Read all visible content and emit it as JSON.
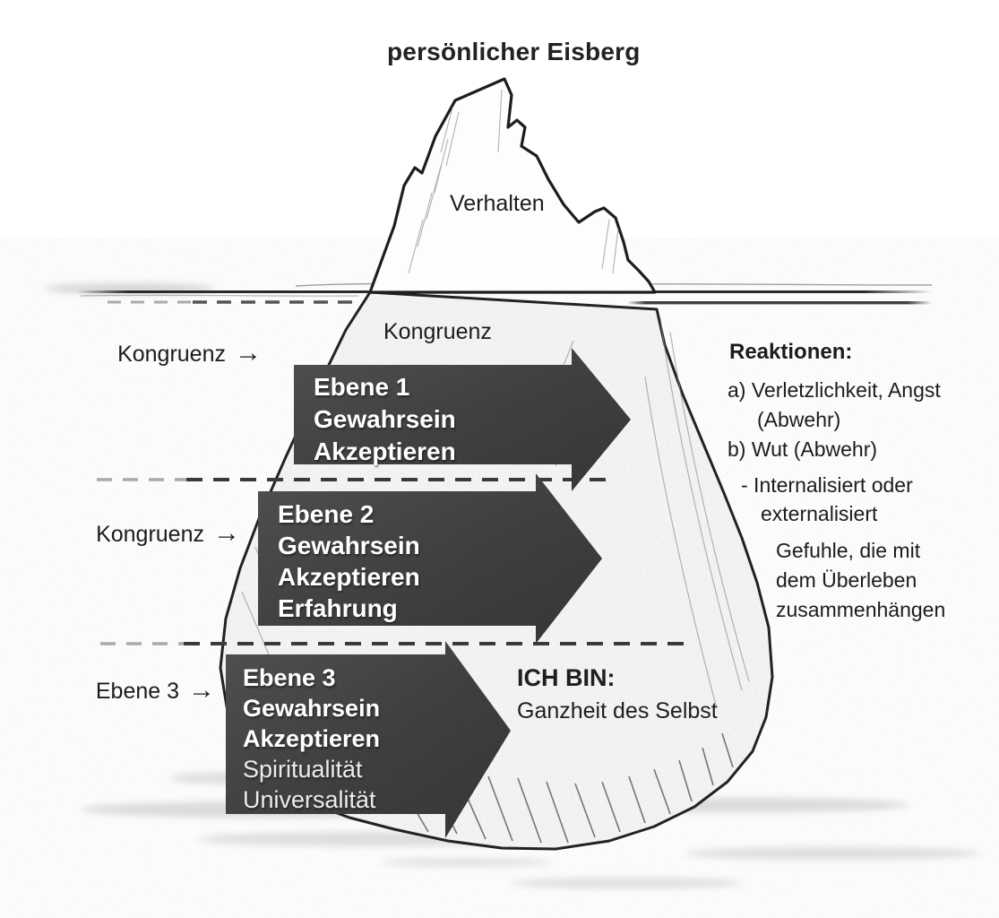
{
  "title": "persönlicher Eisberg",
  "iceberg": {
    "above_label": "Verhalten",
    "below_waterline_label": "Kongruenz",
    "core_heading": "ICH BIN:",
    "core_text": "Ganzheit des Selbst"
  },
  "left_pointers": [
    {
      "label": "Kongruenz",
      "arrow_glyph": "→"
    },
    {
      "label": "Kongruenz",
      "arrow_glyph": "→"
    },
    {
      "label": "Ebene 3",
      "arrow_glyph": "→"
    }
  ],
  "level_arrows": [
    {
      "lines": [
        "Ebene 1",
        "Gewahrsein",
        "Akzeptieren"
      ]
    },
    {
      "lines": [
        "Ebene 2",
        "Gewahrsein",
        "Akzeptieren",
        "Erfahrung"
      ]
    },
    {
      "lines": [
        "Ebene 3",
        "Gewahrsein",
        "Akzeptieren",
        "Spiritualität",
        "Universalität"
      ]
    }
  ],
  "reactions": {
    "heading": "Reaktionen:",
    "item_a_line1": "a) Verletzlichkeit, Angst",
    "item_a_line2": "(Abwehr)",
    "item_b": "b) Wut (Abwehr)",
    "dash_line1": "- Internalisiert oder",
    "dash_line2": "externalisiert",
    "note_line1": "Gefuhle, die mit",
    "note_line2": "dem Überleben",
    "note_line3": "zusammenhängen"
  },
  "colors": {
    "arrow_fill_dark": "#2f2f2f",
    "arrow_fill_light": "#4b4b4b",
    "ink": "#1d1d1d",
    "arrow_text": "#ffffff",
    "water_line": "#2a2a2a"
  }
}
